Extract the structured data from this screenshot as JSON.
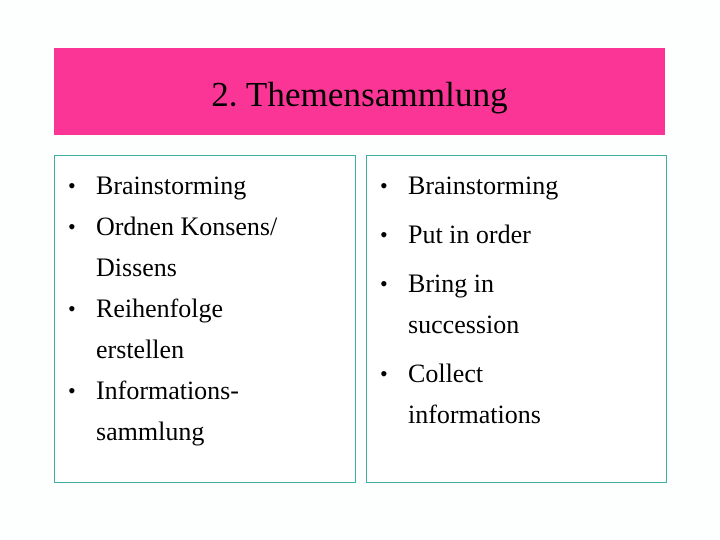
{
  "slide": {
    "title": "2. Themensammlung",
    "title_banner_color": "#fb3596",
    "box_border_color": "#3fafa2",
    "background_color": "#ffffff",
    "text_color": "#000000"
  },
  "columns": [
    {
      "name": "german-column",
      "language": "de",
      "items": [
        {
          "lines": [
            "Brainstorming"
          ]
        },
        {
          "lines": [
            "Ordnen Konsens/",
            "Dissens"
          ]
        },
        {
          "lines": [
            "Reihenfolge",
            "erstellen"
          ]
        },
        {
          "lines": [
            "Informations-",
            "sammlung"
          ]
        }
      ]
    },
    {
      "name": "english-column",
      "language": "en",
      "items": [
        {
          "lines": [
            "Brainstorming"
          ]
        },
        {
          "lines": [
            "Put in order"
          ]
        },
        {
          "lines": [
            "Bring in",
            "succession"
          ]
        },
        {
          "lines": [
            "Collect",
            "informations"
          ]
        }
      ]
    }
  ]
}
